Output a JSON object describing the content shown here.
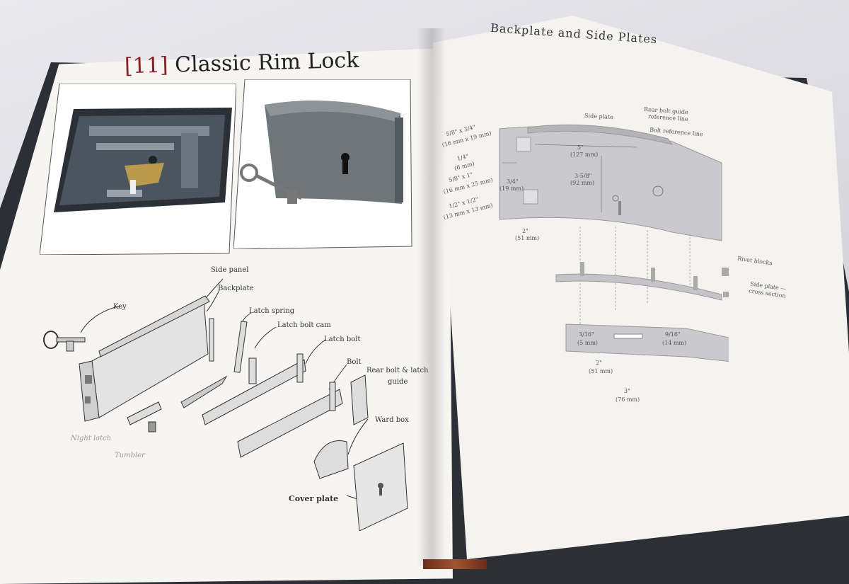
{
  "left_page": {
    "chapter_number": "[11]",
    "chapter_title": "Classic Rim Lock",
    "labels": {
      "side_panel": "Side panel",
      "backplate": "Backplate",
      "latch_spring": "Latch spring",
      "latch_bolt_cam": "Latch bolt cam",
      "latch_bolt": "Latch bolt",
      "key": "Key",
      "bolt": "Bolt",
      "rear_bolt_latch_guide": "Rear bolt & latch",
      "rear_bolt_latch_guide_2": "guide",
      "ward_box": "Ward box",
      "cover_plate": "Cover plate",
      "night_latch": "Night latch",
      "tumbler": "Tumbler"
    }
  },
  "right_page": {
    "title": "Backplate and Side Plates",
    "labels": {
      "side_plate": "Side plate",
      "rear_bolt_guide": "Rear bolt guide",
      "reference_line": "reference line",
      "bolt_reference_line": "Bolt reference line",
      "rivet_blocks": "Rivet blocks",
      "side_plate_cross": "Side plate —",
      "cross_section": "cross section"
    },
    "dims": {
      "d1a": "5/8\" x 3/4\"",
      "d1b": "(16 mm x 19 mm)",
      "d2a": "5\"",
      "d2b": "(127 mm)",
      "d3a": "1/4\"",
      "d3b": "(6 mm)",
      "d4a": "5/8\" x 1\"",
      "d4b": "(16 mm x 25 mm)",
      "d5a": "3-5/8\"",
      "d5b": "(92 mm)",
      "d6a": "3/4\"",
      "d6b": "(19 mm)",
      "d7a": "1/2\" x 1/2\"",
      "d7b": "(13 mm x 13 mm)",
      "d8a": "2\"",
      "d8b": "(51 mm)",
      "d9a": "3/16\"",
      "d9b": "(5 mm)",
      "d10a": "9/16\"",
      "d10b": "(14 mm)",
      "d11a": "2\"",
      "d11b": "(51 mm)",
      "d12a": "3\"",
      "d12b": "(76 mm)"
    }
  },
  "colors": {
    "chapter_number": "#8b1f24",
    "page": "#f6f5f2",
    "cover": "#2c2f36",
    "plate_gray": "#c8c8cc"
  }
}
